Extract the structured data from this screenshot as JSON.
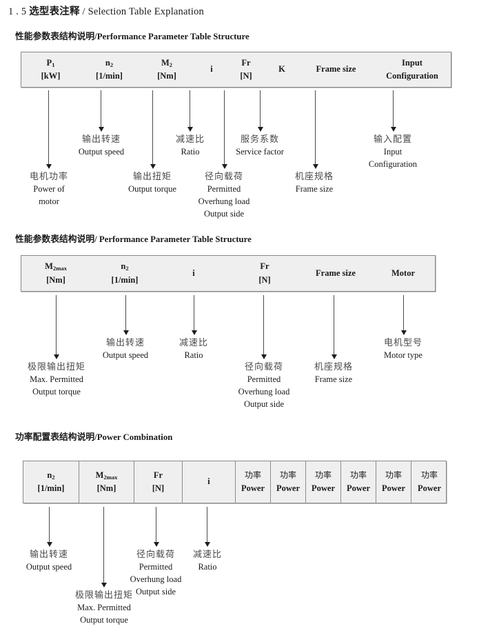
{
  "document": {
    "section_number": "1 . 5",
    "title_cn": "选型表注释",
    "title_sep": "/",
    "title_en": "Selection Table Explanation"
  },
  "sections": [
    {
      "heading_cn": "性能参数表结构说明",
      "heading_sep": "/",
      "heading_en": "Performance Parameter Table Structure",
      "table": {
        "columns": [
          {
            "line1": "P",
            "sub1": "1",
            "line2": "[kW]"
          },
          {
            "line1": "n",
            "sub1": "2",
            "line2": "[1/min]"
          },
          {
            "line1": "M",
            "sub1": "2",
            "line2": "[Nm]"
          },
          {
            "line1": "i",
            "sub1": "",
            "line2": ""
          },
          {
            "line1": "Fr",
            "sub1": "",
            "line2": "[N]"
          },
          {
            "line1": "K",
            "sub1": "",
            "line2": ""
          },
          {
            "line1": "Frame size",
            "sub1": "",
            "line2": ""
          },
          {
            "line1": "Input",
            "sub1": "",
            "line2": "Configuration"
          }
        ]
      },
      "annotations": [
        {
          "cn": "电机功率",
          "en": [
            "Power of",
            "motor"
          ]
        },
        {
          "cn": "输出转速",
          "en": [
            "Output speed"
          ]
        },
        {
          "cn": "输出扭矩",
          "en": [
            "Output torque"
          ]
        },
        {
          "cn": "减速比",
          "en": [
            "Ratio"
          ]
        },
        {
          "cn": "径向载荷",
          "en": [
            "Permitted",
            "Overhung load",
            "Output side"
          ]
        },
        {
          "cn": "服务系数",
          "en": [
            "Service factor"
          ]
        },
        {
          "cn": "机座规格",
          "en": [
            "Frame size"
          ]
        },
        {
          "cn": "输入配置",
          "en": [
            "Input",
            "Configuration"
          ]
        }
      ]
    },
    {
      "heading_cn": "性能参数表结构说明",
      "heading_sep": "/",
      "heading_en": "Performance Parameter Table Structure",
      "table": {
        "columns": [
          {
            "line1": "M",
            "sub1": "2max",
            "line2": "[Nm]"
          },
          {
            "line1": "n",
            "sub1": "2",
            "line2": "[1/min]"
          },
          {
            "line1": "i",
            "sub1": "",
            "line2": ""
          },
          {
            "line1": "Fr",
            "sub1": "",
            "line2": "[N]"
          },
          {
            "line1": "Frame size",
            "sub1": "",
            "line2": ""
          },
          {
            "line1": "Motor",
            "sub1": "",
            "line2": ""
          }
        ]
      },
      "annotations": [
        {
          "cn": "极限输出扭矩",
          "en": [
            "Max. Permitted",
            "Output  torque"
          ]
        },
        {
          "cn": "输出转速",
          "en": [
            "Output speed"
          ]
        },
        {
          "cn": "减速比",
          "en": [
            "Ratio"
          ]
        },
        {
          "cn": "径向载荷",
          "en": [
            "Permitted",
            "Overhung load",
            "Output side"
          ]
        },
        {
          "cn": "机座规格",
          "en": [
            "Frame size"
          ]
        },
        {
          "cn": "电机型号",
          "en": [
            "Motor type"
          ]
        }
      ]
    },
    {
      "heading_cn": "功率配置表结构说明",
      "heading_sep": "/",
      "heading_en": "Power Combination",
      "table": {
        "columns": [
          {
            "line1": "n",
            "sub1": "2",
            "line2": "[1/min]"
          },
          {
            "line1": "M",
            "sub1": "2max",
            "line2": "[Nm]"
          },
          {
            "line1": "Fr",
            "sub1": "",
            "line2": "[N]"
          },
          {
            "line1": "i",
            "sub1": "",
            "line2": ""
          },
          {
            "cnline": "功率",
            "line2": "Power"
          },
          {
            "cnline": "功率",
            "line2": "Power"
          },
          {
            "cnline": "功率",
            "line2": "Power"
          },
          {
            "cnline": "功率",
            "line2": "Power"
          },
          {
            "cnline": "功率",
            "line2": "Power"
          },
          {
            "cnline": "功率",
            "line2": "Power"
          }
        ]
      },
      "annotations": [
        {
          "cn": "输出转速",
          "en": [
            "Output speed"
          ]
        },
        {
          "cn": "极限输出扭矩",
          "en": [
            "Max. Permitted",
            "Output  torque"
          ]
        },
        {
          "cn": "径向载荷",
          "en": [
            "Permitted",
            "Overhung load",
            "Output side"
          ]
        },
        {
          "cn": "减速比",
          "en": [
            "Ratio"
          ]
        }
      ]
    }
  ]
}
